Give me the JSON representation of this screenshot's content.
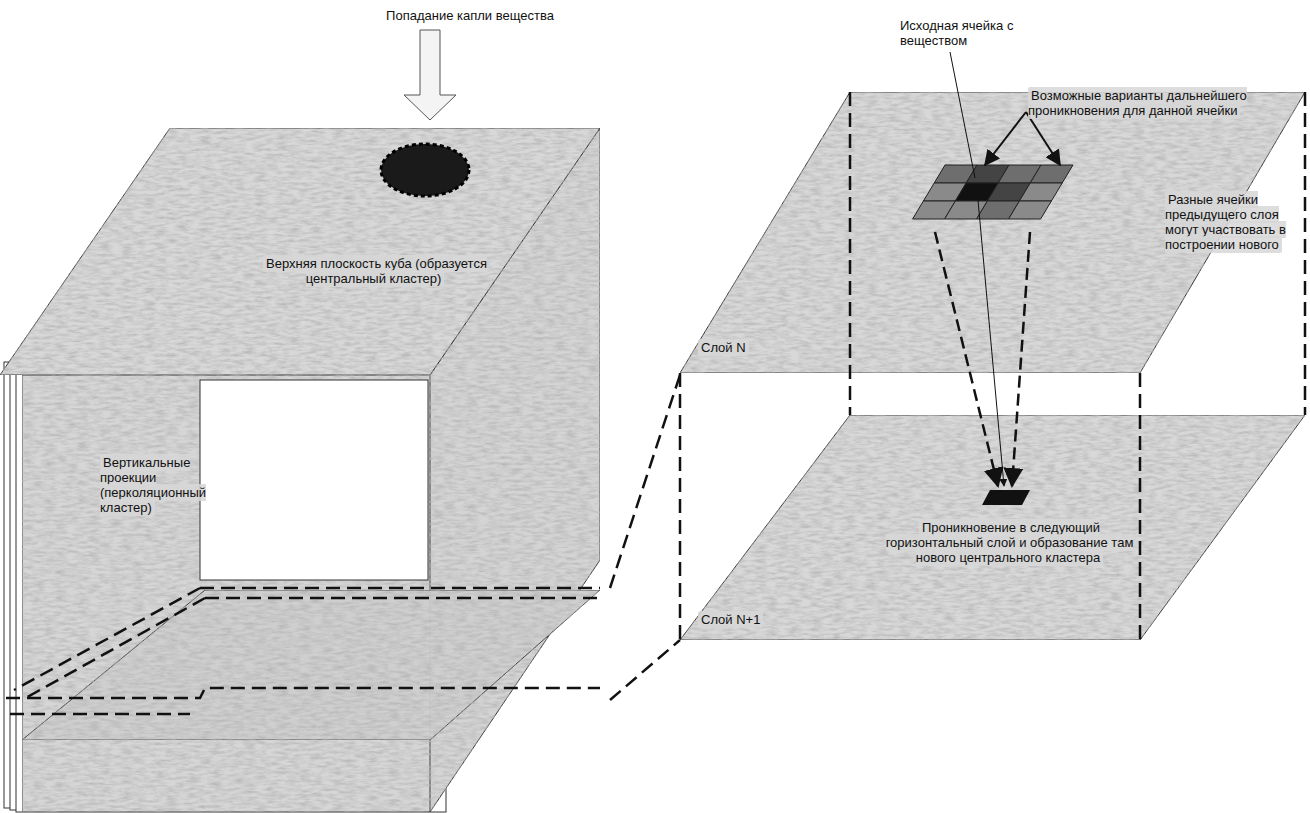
{
  "diagram": {
    "labels": [
      "Попадание капли вещества",
      "Верхняя плоскость куба (образуется центральный кластер)",
      "Вертикальные проекции (перколяционный кластер)",
      "Исходная ячейка с веществом",
      "Возможные варианты дальнейшего проникновения для данной ячейки",
      "Разные ячейки предыдущего слоя могут участвовать в построении нового",
      "Слой N",
      "Слой N+1",
      "Проникновение в следующий горизонтальный слой и образование там нового центрального кластера"
    ]
  }
}
